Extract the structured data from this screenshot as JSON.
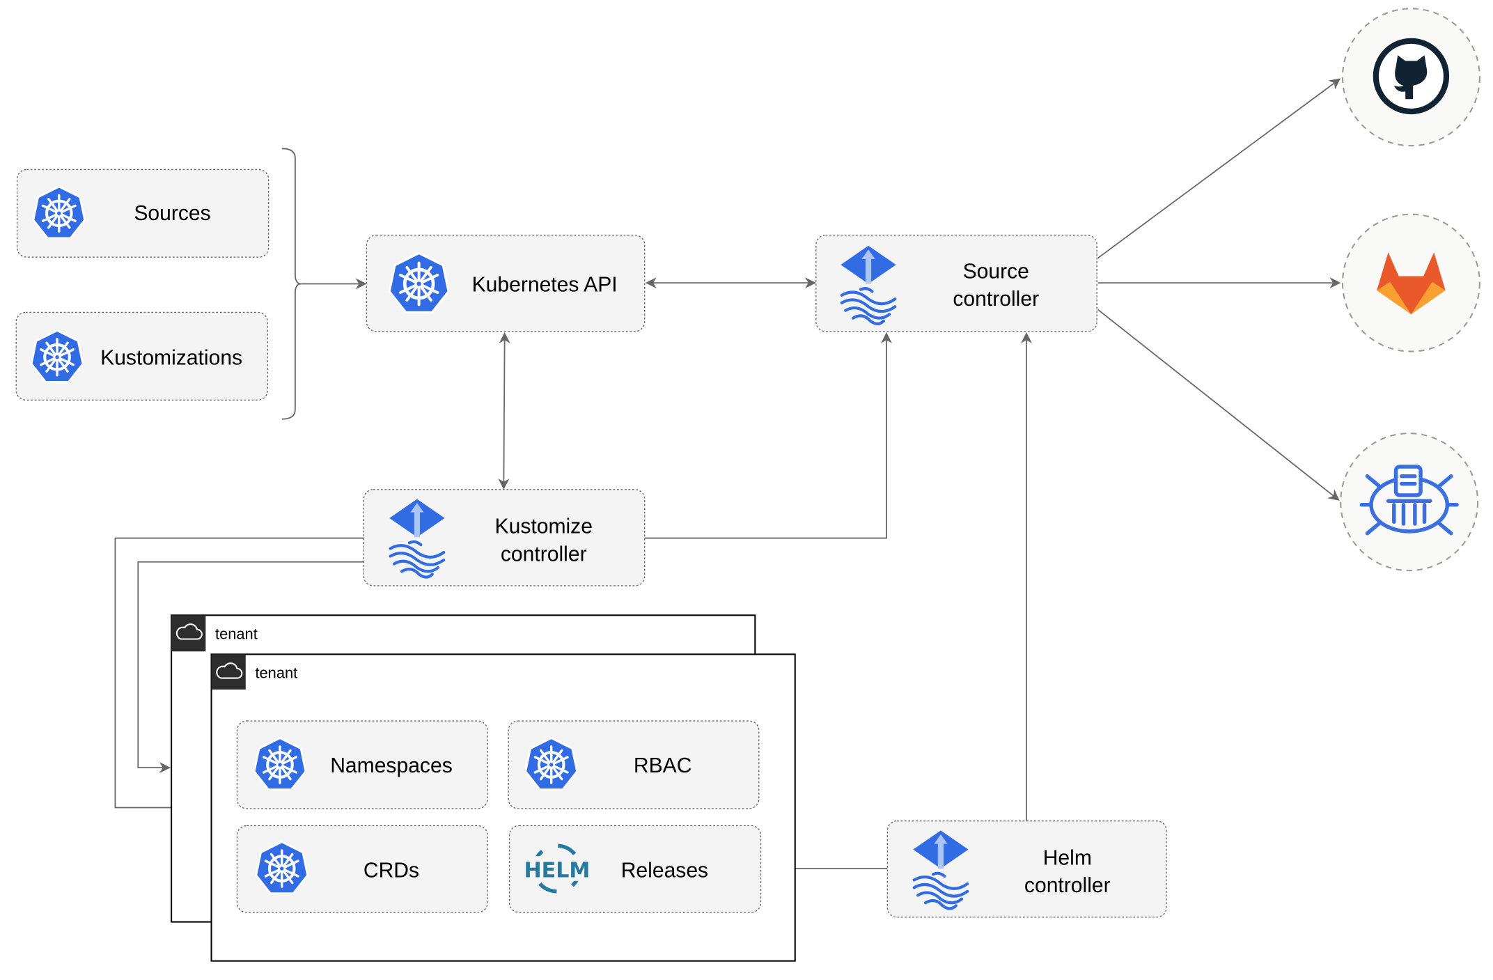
{
  "colors": {
    "k8s_blue": "#326ce5",
    "flux_blue": "#3b6fe0",
    "edge": "#666666",
    "github": "#112233",
    "gitlab_orange": "#e9592b",
    "gitlab_yellow": "#f9a032",
    "helm_blue": "#277a9f",
    "tenant_header": "#2d2d2d"
  },
  "nodes": {
    "sources": {
      "label": "Sources",
      "icon": "kubernetes-icon"
    },
    "kustomizations": {
      "label": "Kustomizations",
      "icon": "kubernetes-icon"
    },
    "kubernetes_api": {
      "label": "Kubernetes API",
      "icon": "kubernetes-icon"
    },
    "source_controller": {
      "line1": "Source",
      "line2": "controller",
      "icon": "flux-icon"
    },
    "kustomize_controller": {
      "line1": "Kustomize",
      "line2": "controller",
      "icon": "flux-icon"
    },
    "helm_controller": {
      "line1": "Helm",
      "line2": "controller",
      "icon": "flux-icon"
    },
    "namespaces": {
      "label": "Namespaces",
      "icon": "kubernetes-icon"
    },
    "rbac": {
      "label": "RBAC",
      "icon": "kubernetes-icon"
    },
    "crds": {
      "label": "CRDs",
      "icon": "kubernetes-icon"
    },
    "releases": {
      "label": "Releases",
      "icon": "helm-icon",
      "logo_text": "HELM"
    }
  },
  "tenants": [
    {
      "label": "tenant",
      "icon": "cloud-icon"
    },
    {
      "label": "tenant",
      "icon": "cloud-icon"
    }
  ],
  "external_sources": [
    {
      "icon": "github-icon"
    },
    {
      "icon": "gitlab-icon"
    },
    {
      "icon": "bucket-icon"
    }
  ]
}
